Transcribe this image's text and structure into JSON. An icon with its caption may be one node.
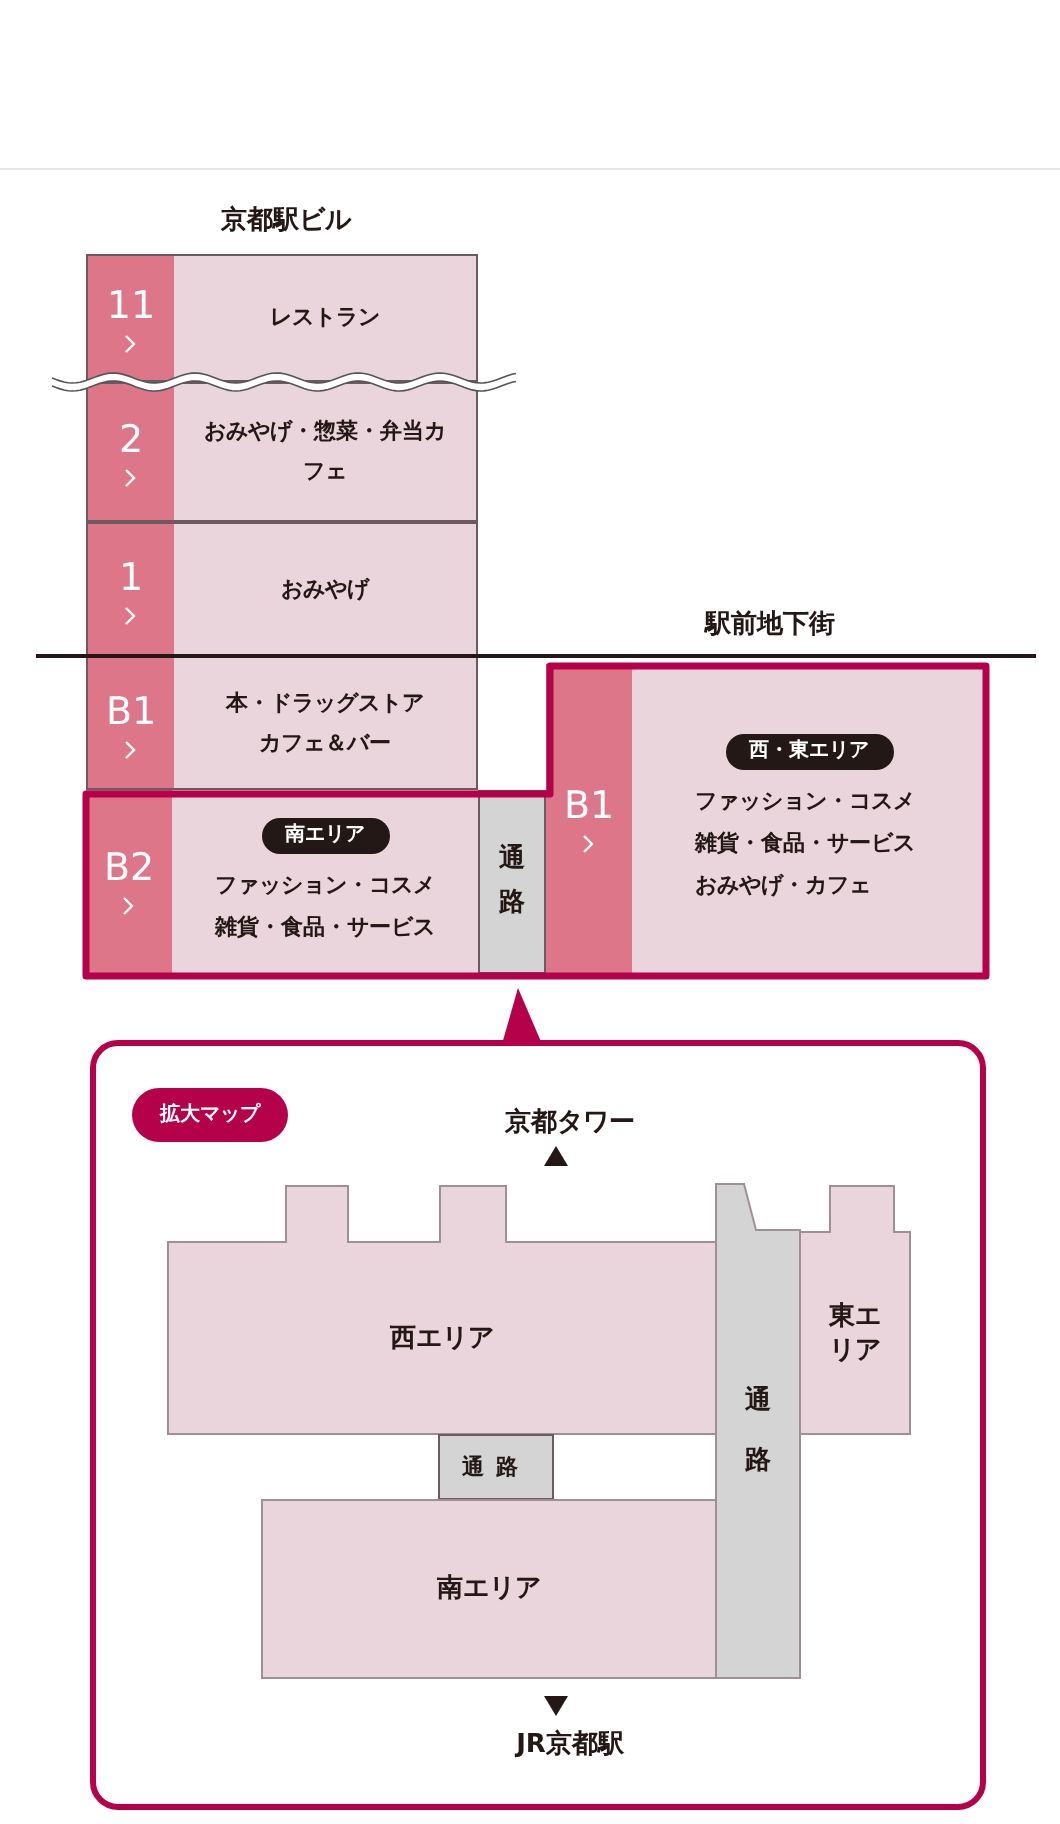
{
  "diagram": {
    "nodes": [
      {
        "text": [
          "11",
          "レストラン"
        ]
      },
      {
        "text": [
          "2",
          "おみやげ・惣菜・弁当カフェ"
        ]
      },
      {
        "text": [
          "1",
          "おみやげ"
        ]
      },
      {
        "text": [
          "B1",
          "本・ドラッグストアカフェ＆バー"
        ]
      },
      {
        "text": [
          "B2",
          "南エリア",
          "ファッション・コスメ雑貨・食品・サービス"
        ]
      },
      {
        "text": [
          "通路"
        ]
      },
      {
        "text": [
          "B1",
          "西・東エリア",
          "ファッション・コスメ雑貨・食品・サービスおみやげ・カフェ"
        ]
      },
      {
        "text": [
          "拡大マップ"
        ]
      },
      {
        "text": [
          "西エリア"
        ],
        "in": 7
      },
      {
        "text": [
          "東エリア"
        ],
        "in": 7
      },
      {
        "text": [
          "通路"
        ],
        "in": 7
      },
      {
        "text": [
          "通路"
        ],
        "in": 7
      },
      {
        "text": [
          "南エリア"
        ],
        "in": 7
      }
    ],
    "labels": [
      "京都駅ビル",
      "駅前地下街",
      "京都タワー",
      "JR京都駅"
    ]
  }
}
